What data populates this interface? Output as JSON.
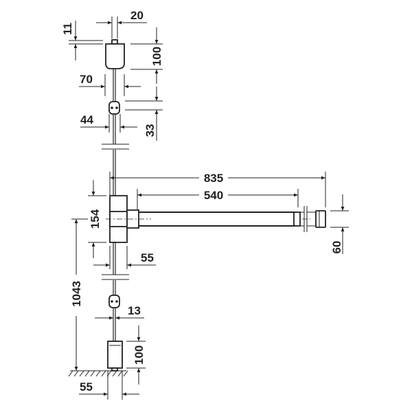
{
  "drawing": {
    "title": "Swing-out towel rail – dimensioned technical drawing",
    "units": "mm",
    "line_color": "#231f20",
    "background": "#ffffff"
  },
  "dimensions": {
    "top_offset": "11",
    "rod_diameter_top": "20",
    "upper_cap_height": "100",
    "upper_cap_width": "70",
    "clip_height": "33",
    "clip_width": "44",
    "overall_projection": "835",
    "rail_length": "540",
    "hub_height": "154",
    "hub_width": "55",
    "rail_diameter": "60",
    "center_height": "1043",
    "rod_diameter_bottom": "13",
    "lower_cap_height": "100",
    "lower_cap_width": "55"
  },
  "components": [
    {
      "id": "upper-cap",
      "label": "Upper ceiling cap"
    },
    {
      "id": "upper-clip",
      "label": "Upper rod clip"
    },
    {
      "id": "vertical-rod",
      "label": "Vertical rod"
    },
    {
      "id": "pivot-hub",
      "label": "Pivot hub"
    },
    {
      "id": "swing-arm",
      "label": "Swing-out rail"
    },
    {
      "id": "end-cap",
      "label": "Rail end cap"
    },
    {
      "id": "lower-clip",
      "label": "Lower rod clip"
    },
    {
      "id": "floor-cap",
      "label": "Floor cap"
    },
    {
      "id": "floor",
      "label": "Floor line"
    }
  ]
}
